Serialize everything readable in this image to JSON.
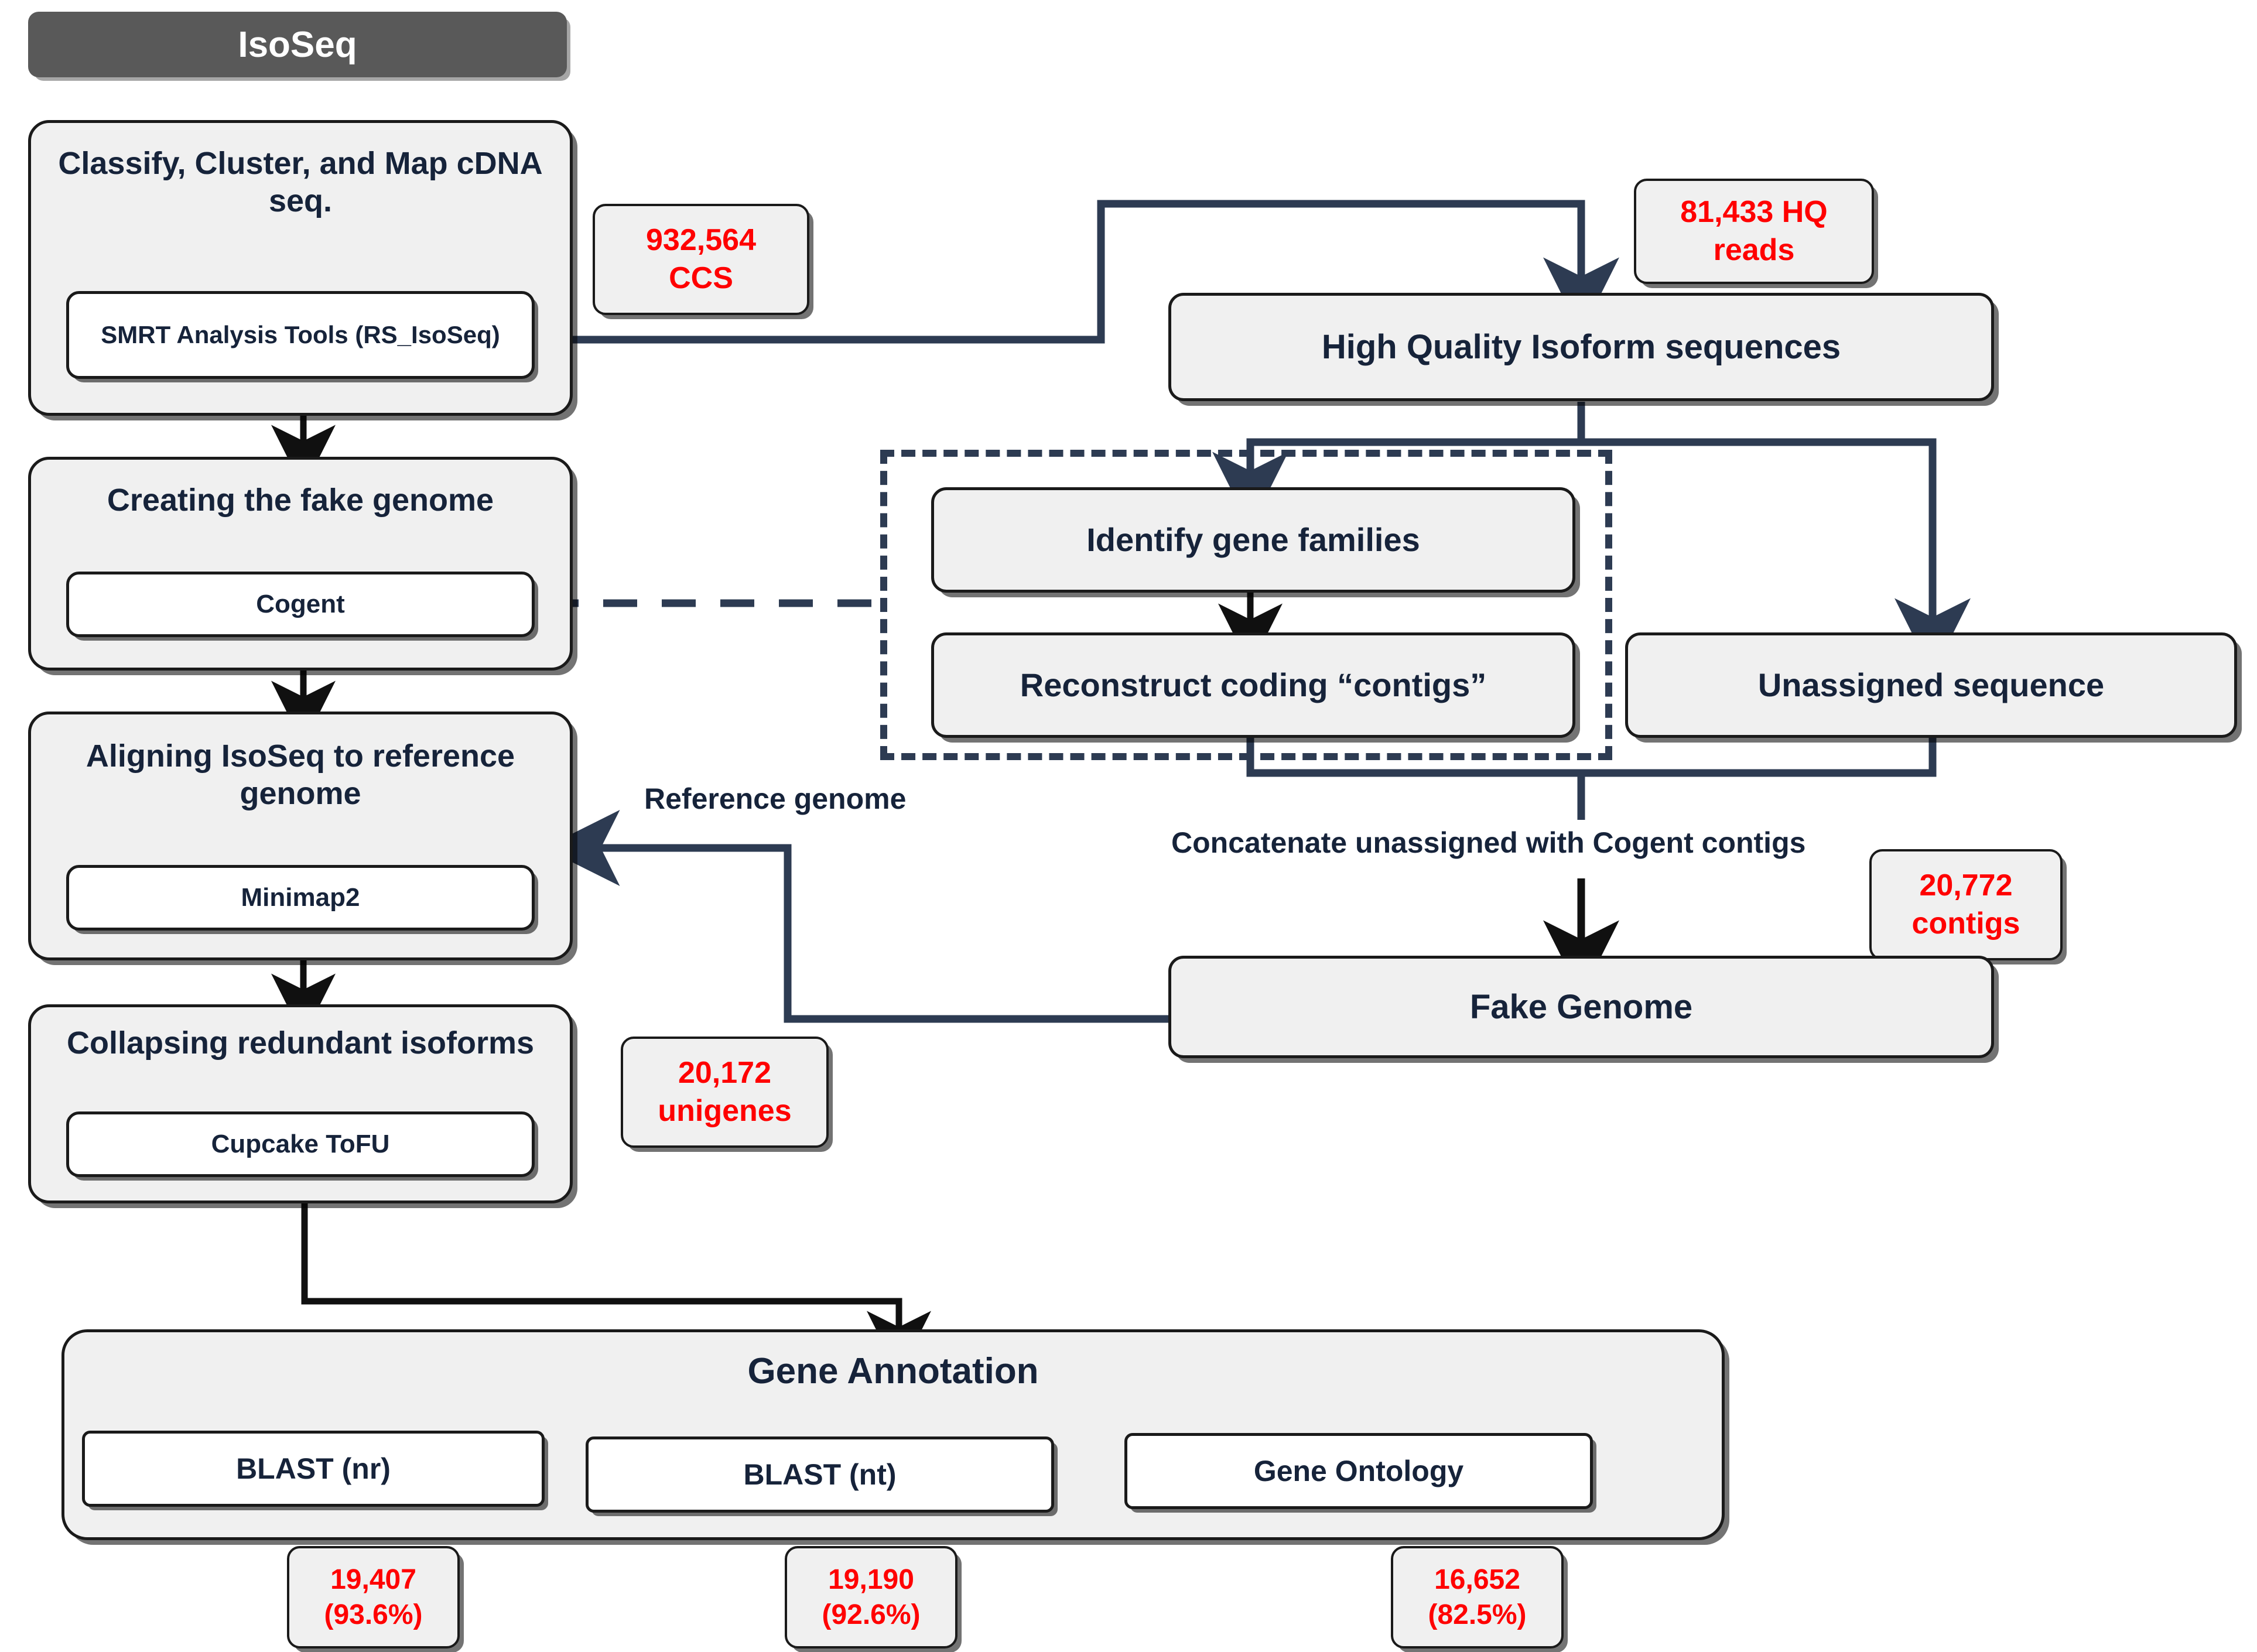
{
  "header": {
    "title": "IsoSeq",
    "bg": "#595959",
    "fg": "#ffffff"
  },
  "colors": {
    "node_fill": "#f0f0f0",
    "node_border": "#1a1a1a",
    "text": "#16233a",
    "stat_text": "#ff0000",
    "connector_navy": "#2d3b52",
    "connector_black": "#101010"
  },
  "pipeline": {
    "steps": [
      {
        "title": "Classify, Cluster, and Map cDNA seq.",
        "tool": "SMRT Analysis Tools (RS_IsoSeq)"
      },
      {
        "title": "Creating the fake genome",
        "tool": "Cogent"
      },
      {
        "title": "Aligning IsoSeq to reference genome",
        "tool": "Minimap2"
      },
      {
        "title": "Collapsing redundant isoforms",
        "tool": "Cupcake ToFU"
      }
    ]
  },
  "right_nodes": {
    "hq_isoform": "High Quality Isoform sequences",
    "identify_gene_families": "Identify gene families",
    "reconstruct_contigs": "Reconstruct coding “contigs”",
    "unassigned_sequence": "Unassigned sequence",
    "fake_genome": "Fake Genome"
  },
  "edge_labels": {
    "reference_genome": "Reference genome",
    "concatenate": "Concatenate unassigned with Cogent contigs"
  },
  "stats": {
    "ccs": {
      "line1": "932,564",
      "line2": "CCS"
    },
    "hq_reads": {
      "line1": "81,433 HQ",
      "line2": "reads"
    },
    "contigs": {
      "line1": "20,772",
      "line2": "contigs"
    },
    "unigenes": {
      "line1": "20,172",
      "line2": "unigenes"
    },
    "blast_nr": {
      "line1": "19,407",
      "line2": "(93.6%)"
    },
    "blast_nt": {
      "line1": "19,190",
      "line2": "(92.6%)"
    },
    "go": {
      "line1": "16,652",
      "line2": "(82.5%)"
    }
  },
  "annotation": {
    "title": "Gene Annotation",
    "tools": [
      "BLAST (nr)",
      "BLAST (nt)",
      "Gene Ontology"
    ]
  }
}
